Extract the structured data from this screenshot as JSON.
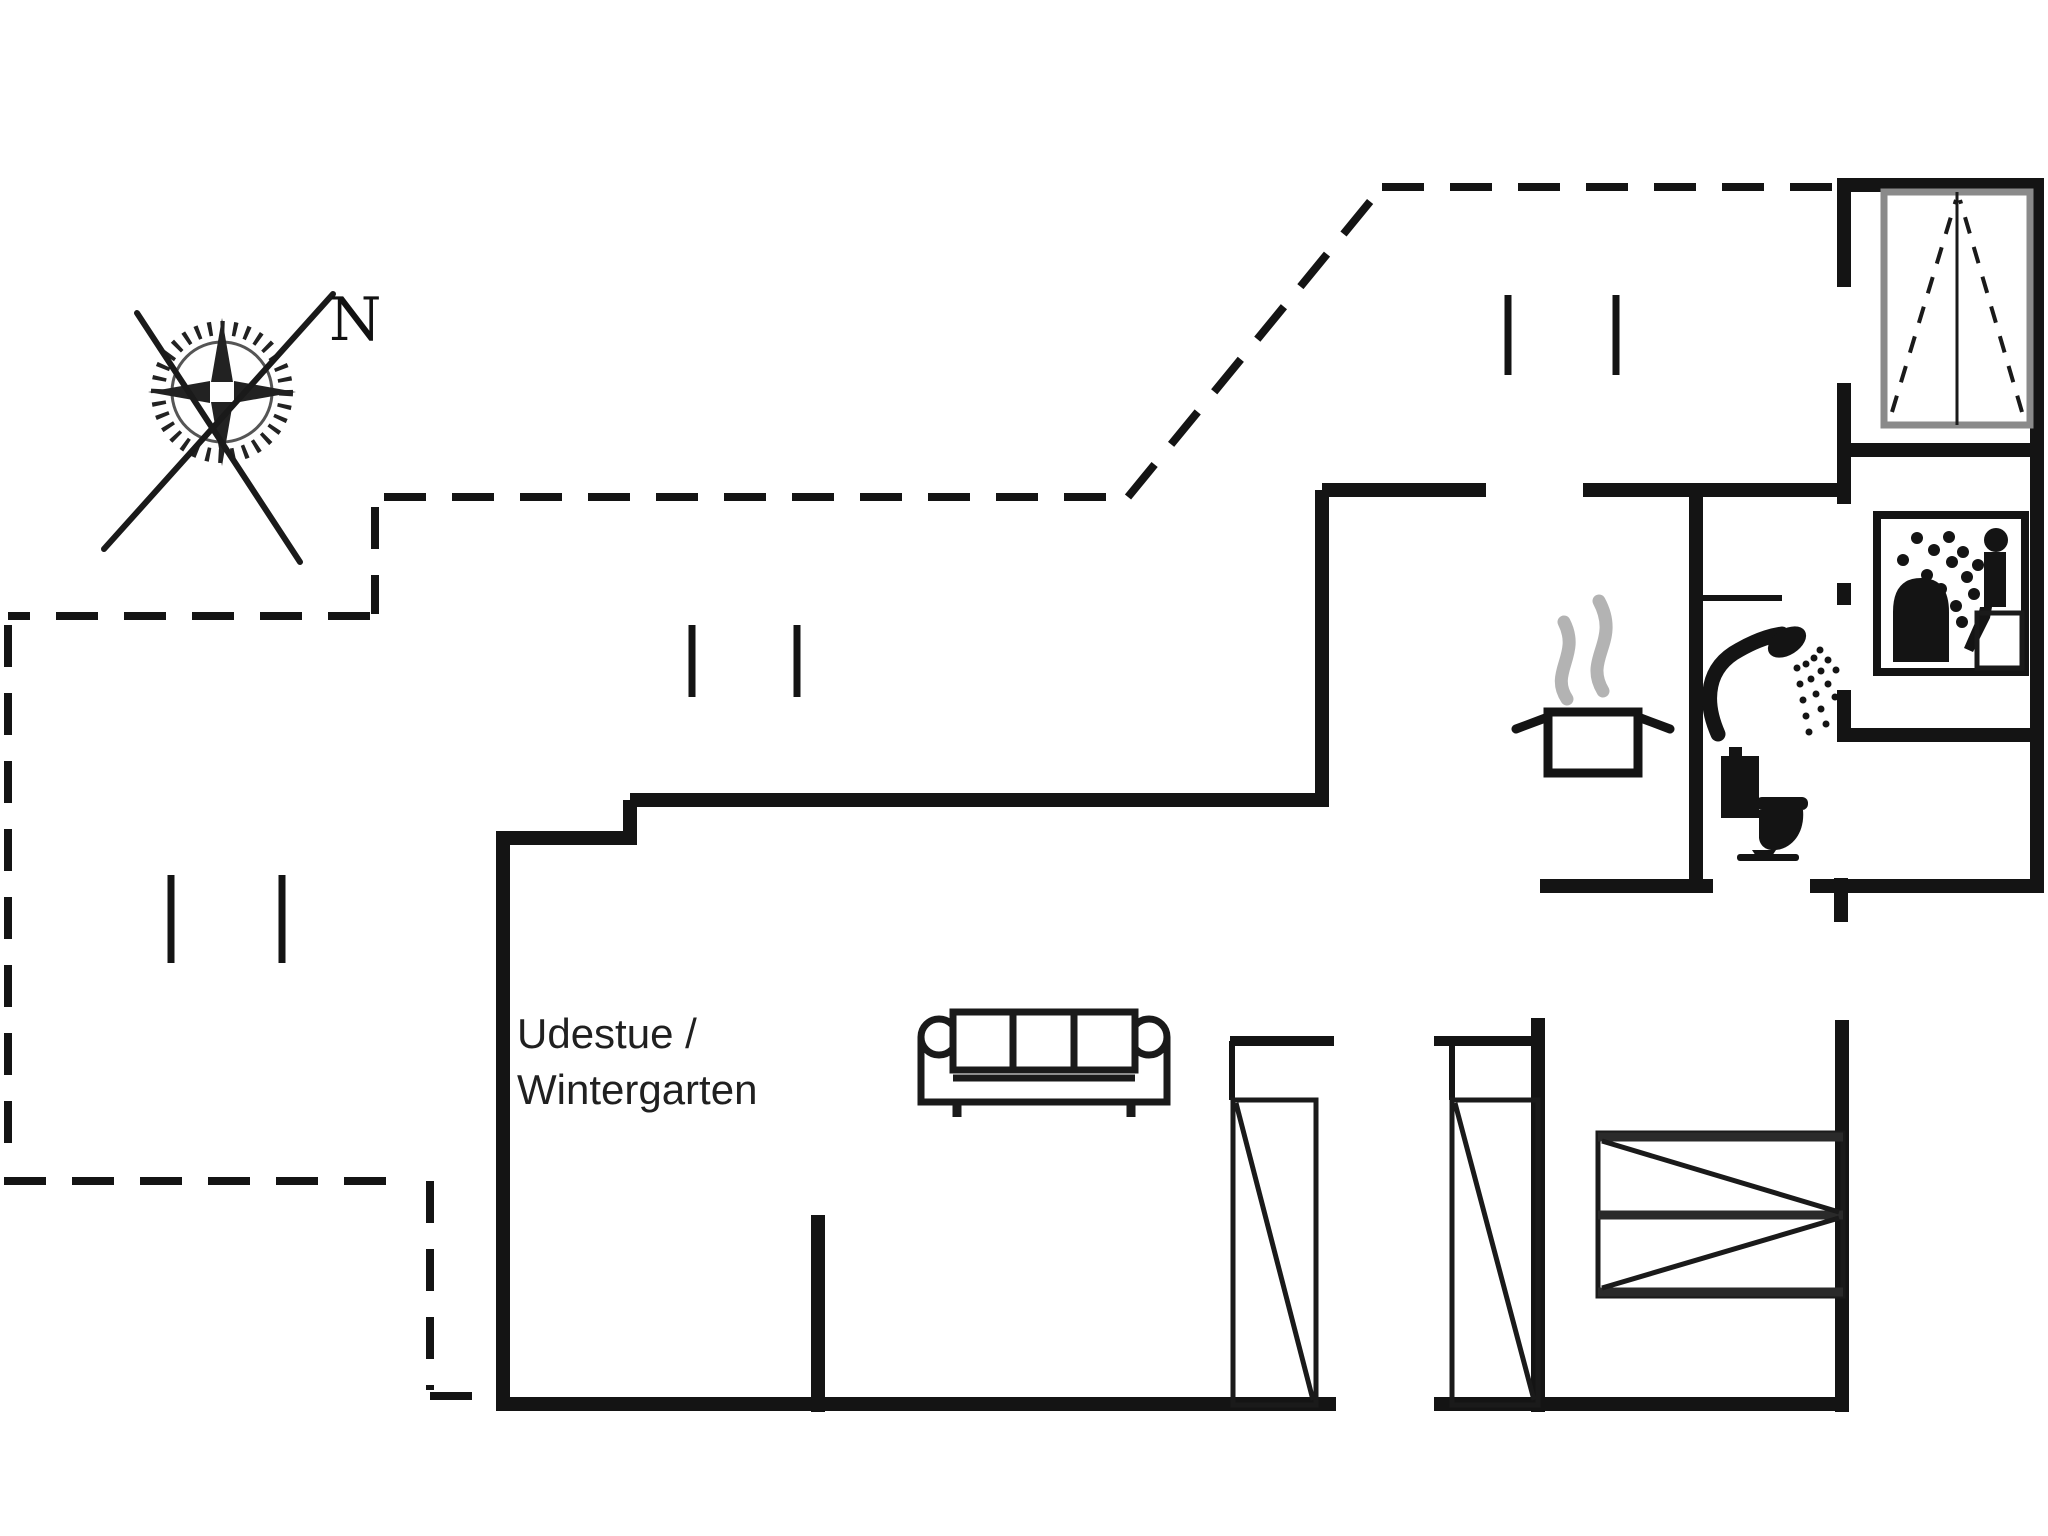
{
  "document": {
    "type": "floor-plan",
    "description": "Single-storey holiday house floor plan with dashed terrace boundaries, compass rose, room icons"
  },
  "labels": {
    "north": "N",
    "room1_line1": "Udestue /",
    "room1_line2": "Wintergarten"
  },
  "colors": {
    "wall": "#141414",
    "furniture": "#1a1a1a",
    "steam": "#b3b3b3",
    "door_frame": "#8a8a8a",
    "text": "#202020",
    "background": "#ffffff"
  },
  "icons": [
    {
      "name": "compass-rose-icon",
      "meaning": "north orientation"
    },
    {
      "name": "double-door-icon",
      "meaning": "entrance double door with opening direction"
    },
    {
      "name": "sauna-icon",
      "meaning": "sauna with stove, steam and seated person"
    },
    {
      "name": "shower-icon",
      "meaning": "shower head with spray"
    },
    {
      "name": "toilet-icon",
      "meaning": "WC"
    },
    {
      "name": "cooking-pot-icon",
      "meaning": "kitchen / stove"
    },
    {
      "name": "sofa-icon",
      "meaning": "three-seat sofa"
    },
    {
      "name": "wardrobe-icon",
      "meaning": "wardrobe with diagonal"
    },
    {
      "name": "wardrobe-icon",
      "meaning": "wardrobe with diagonal"
    },
    {
      "name": "double-bed-icon",
      "meaning": "double bed"
    }
  ]
}
